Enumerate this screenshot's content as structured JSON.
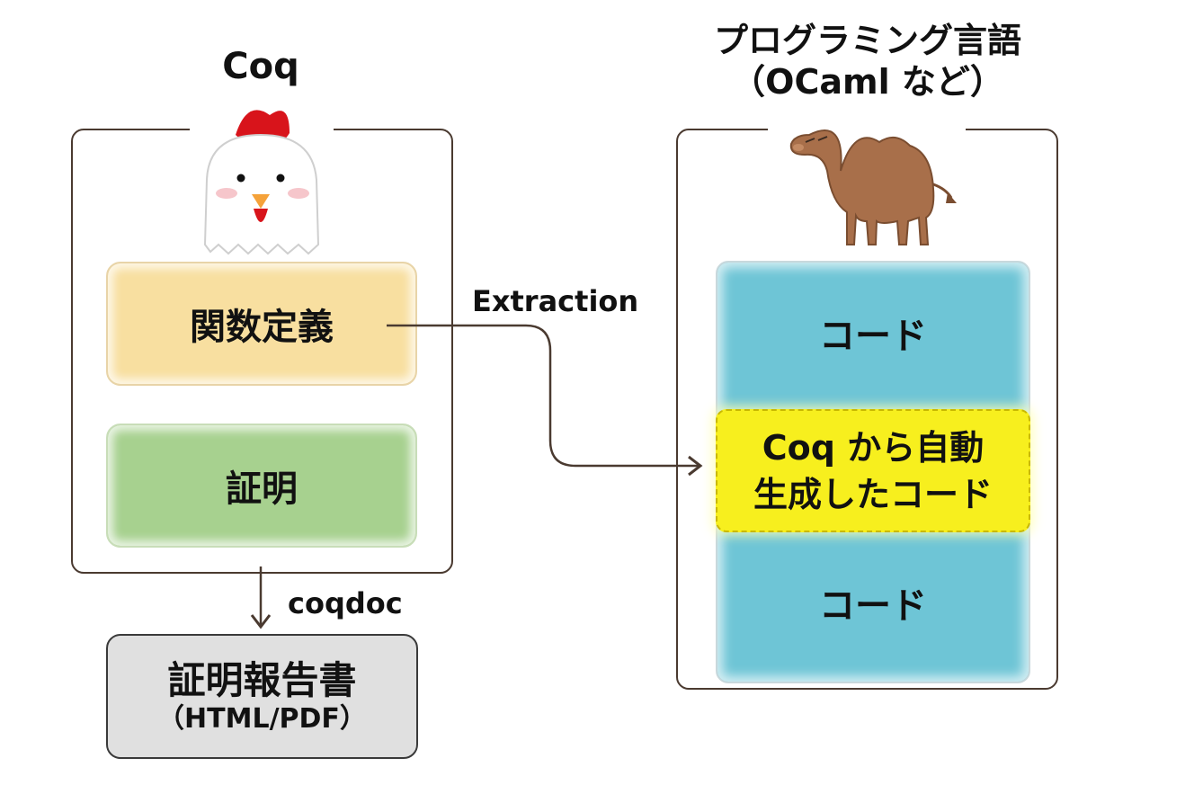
{
  "left_system": {
    "title": "Coq",
    "icon": "rooster-icon"
  },
  "right_system": {
    "title_line1": "プログラミング言語",
    "title_line2": "（OCaml など）",
    "icon": "camel-icon"
  },
  "coq_boxes": {
    "function_definition": "関数定義",
    "proof": "証明"
  },
  "edges": {
    "extraction_label": "Extraction",
    "coqdoc_label": "coqdoc"
  },
  "output": {
    "report_title": "証明報告書",
    "report_subtitle": "（HTML/PDF）"
  },
  "code_blocks": {
    "top": "コード",
    "generated_line1": "Coq から自動",
    "generated_line2": "生成したコード",
    "bottom": "コード"
  },
  "colors": {
    "function_box": "#f8dfa0",
    "proof_box": "#a7d18f",
    "code_area": "#6ec5d6",
    "generated_box": "#f7ef1e",
    "report_box": "#e0e0e0",
    "arrow": "#4a3a30"
  }
}
